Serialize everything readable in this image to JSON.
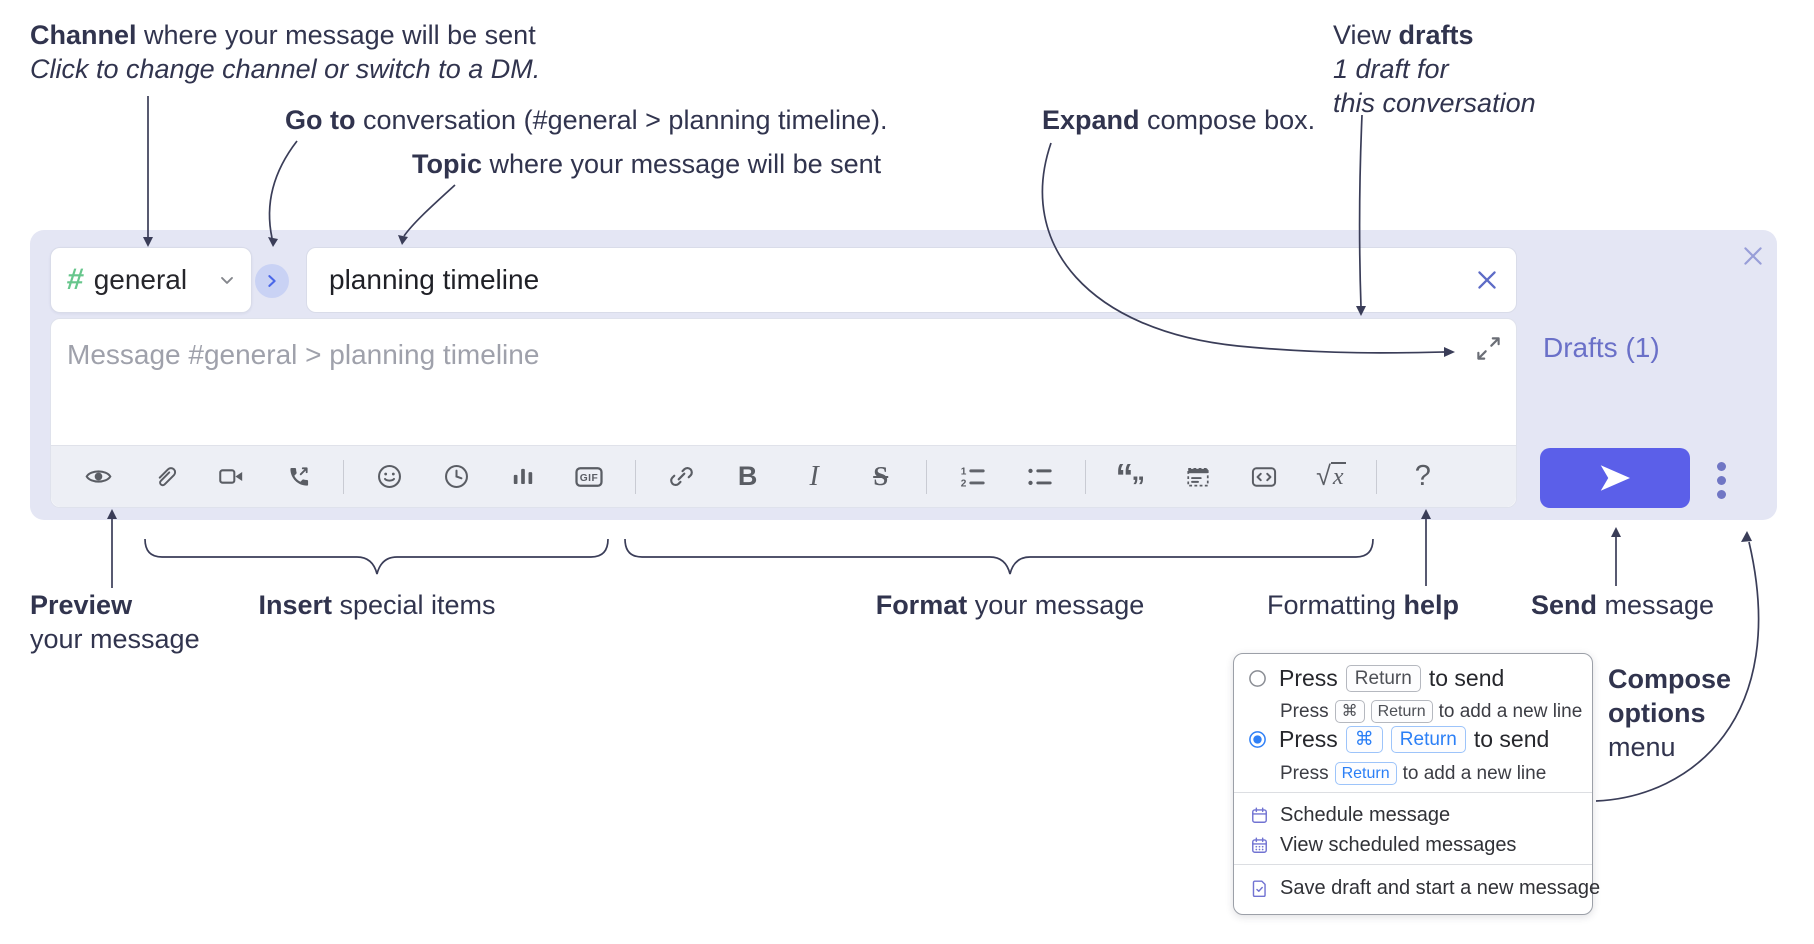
{
  "colors": {
    "compose_background": "#e4e6f4",
    "send_button": "#5b5fe9",
    "drafts_link": "#6a70c8",
    "channel_hash_green": "#67c68c",
    "goto_chevron_blue": "#4a67e8",
    "radio_selected_blue": "#2f80f7",
    "menu_icon_purple": "#7173d2",
    "annotation_text": "#31344e",
    "toolbar_icon_gray": "#5a5d64"
  },
  "annotations": {
    "channel_line1_bold": "Channel",
    "channel_line1_rest": " where your message will be sent",
    "channel_line2_italic": "Click to change channel or switch to a DM.",
    "goto_bold": "Go to",
    "goto_rest": " conversation (#general > planning timeline).",
    "topic_bold": "Topic",
    "topic_rest": " where your message will be sent",
    "expand_bold": "Expand",
    "expand_rest": " compose box.",
    "drafts_line1_pre": "View ",
    "drafts_line1_bold": "drafts",
    "drafts_line2_italic": "1 draft for",
    "drafts_line3_italic": "this conversation",
    "preview_bold": "Preview",
    "preview_line2": "your message",
    "insert_bold": "Insert",
    "insert_rest": " special items",
    "format_bold": "Format",
    "format_rest": " your message",
    "help_pre": "Formatting ",
    "help_bold": "help",
    "send_bold": "Send",
    "send_rest": " message",
    "compose_options_line1_bold": "Compose",
    "compose_options_line2_bold": "options",
    "compose_options_line3": "menu"
  },
  "compose": {
    "channel_hash": "#",
    "channel_name": "general",
    "topic_value": "planning timeline",
    "message_placeholder": "Message #general > planning timeline",
    "drafts_link": "Drafts (1)",
    "toolbar_icon_names": [
      "preview-eye",
      "attach-file",
      "video-call",
      "voice-call",
      "emoji",
      "time",
      "poll",
      "gif",
      "link",
      "bold",
      "italic",
      "strikethrough",
      "numbered-list",
      "bulleted-list",
      "quote",
      "spoiler",
      "code",
      "math",
      "help"
    ],
    "toolbar_labels": {
      "bold": "B",
      "italic": "I",
      "strike": "S",
      "gif": "GIF",
      "quote_open": "“",
      "quote_close": "”",
      "sqrt_radical": "√",
      "sqrt_x": "x",
      "help": "?"
    }
  },
  "keyboard_menu": {
    "option_return": {
      "pre": "Press",
      "key": "Return",
      "post": "to send",
      "sub_pre": "Press",
      "sub_key_cmd": "⌘",
      "sub_key_return": "Return",
      "sub_post": "to add a new line",
      "selected": false
    },
    "option_cmd_return": {
      "pre": "Press",
      "key_cmd": "⌘",
      "key_return": "Return",
      "post": "to send",
      "sub_pre": "Press",
      "sub_key_return": "Return",
      "sub_post": "to add a new line",
      "selected": true
    },
    "menu_items": [
      {
        "icon": "calendar-icon",
        "label": "Schedule message"
      },
      {
        "icon": "calendar-days-icon",
        "label": "View scheduled messages"
      },
      {
        "icon": "save-draft-icon",
        "label": "Save draft and start a new message"
      }
    ]
  }
}
